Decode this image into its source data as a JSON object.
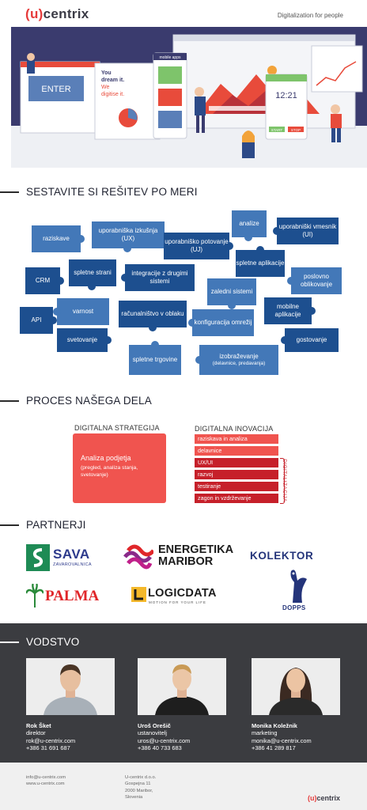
{
  "header": {
    "logo_paren_open": "(",
    "logo_u": "u",
    "logo_paren_close": ")",
    "logo_rest": "centrix",
    "tagline": "Digitalization for people"
  },
  "hero": {
    "screen1_text": "ENTER",
    "screen2_line1": "You",
    "screen2_line2": "dream it.",
    "screen2_line3": "We",
    "screen2_line4": "digitise it.",
    "screen3_label": "mobile apps",
    "clock": "12:21",
    "start_label": "START",
    "stop_label": "STOP"
  },
  "sections": {
    "solution": "SESTAVITE SI REŠITEV PO MERI",
    "process": "PROCES NAŠEGA DELA",
    "partners": "PARTNERJI",
    "leadership": "VODSTVO"
  },
  "puzzle": [
    {
      "label": "raziskave",
      "tone": "blue"
    },
    {
      "label": "uporabniška izkušnja (UX)",
      "tone": "blue"
    },
    {
      "label": "uporabniško potovanje (UJ)",
      "tone": "dark"
    },
    {
      "label": "analize",
      "tone": "blue"
    },
    {
      "label": "uporabniški vmesnik (UI)",
      "tone": "dark"
    },
    {
      "label": "CRM",
      "tone": "dark"
    },
    {
      "label": "spletne strani",
      "tone": "dark"
    },
    {
      "label": "integracije z drugimi sistemi",
      "tone": "dark"
    },
    {
      "label": "spletne aplikacije",
      "tone": "dark"
    },
    {
      "label": "poslovno oblikovanje",
      "tone": "blue"
    },
    {
      "label": "zaledni sistemi",
      "tone": "blue"
    },
    {
      "label": "varnost",
      "tone": "blue"
    },
    {
      "label": "API",
      "tone": "dark"
    },
    {
      "label": "računalništvo v oblaku",
      "tone": "dark"
    },
    {
      "label": "konfiguracija omrežij",
      "tone": "blue"
    },
    {
      "label": "mobilne aplikacije",
      "tone": "dark"
    },
    {
      "label": "svetovanje",
      "tone": "dark"
    },
    {
      "label": "gostovanje",
      "tone": "dark"
    },
    {
      "label": "spletne trgovine",
      "tone": "blue"
    },
    {
      "label": "izobraževanje",
      "sub": "(delavnice, predavanja)",
      "tone": "blue"
    }
  ],
  "process": {
    "strategy_label": "DIGITALNA STRATEGIJA",
    "innovation_label": "DIGITALNA INOVACIJA",
    "strategy_box_title": "Analiza podjetja",
    "strategy_box_sub": "(pregled, analiza stanja, svetovanje)",
    "innovation_steps": [
      "raziskava in analiza",
      "delavnice",
      "UX/UI",
      "razvoj",
      "testiranje",
      "zagon in vzdrževanje"
    ],
    "digitalization_label": "DIGITALIZACIJA"
  },
  "partners": {
    "sava_name": "SAVA",
    "sava_sub": "ZAVAROVALNICA",
    "energetika_line1": "ENERGETIKA",
    "energetika_line2": "MARIBOR",
    "kolektor": "KOLEKTOR",
    "palma": "PALMA",
    "logicdata": "LOGICDATA",
    "logicdata_sub": "MOTION FOR YOUR LIFE",
    "dopps": "DOPPS"
  },
  "people": [
    {
      "name": "Rok Šket",
      "role": "direktor",
      "email": "rok@u-centrix.com",
      "phone": "+386 31 691 687"
    },
    {
      "name": "Uroš Orešič",
      "role": "ustanovitelj",
      "email": "uros@u-centrix.com",
      "phone": "+386 40 733 683"
    },
    {
      "name": "Monika Koležnik",
      "role": "marketing",
      "email": "monika@u-centrix.com",
      "phone": "+386 41 289 817"
    }
  ],
  "footer": {
    "email": "info@u-centrix.com",
    "web": "www.u-centrix.com",
    "company": "U-centrix d.o.o.",
    "street": "Gospejna 11",
    "city": "2000 Maribor,",
    "country": "Slovenia",
    "logo_paren_open": "(",
    "logo_u": "u",
    "logo_paren_close": ")",
    "logo_rest": "centrix"
  },
  "colors": {
    "accent_red": "#e63b3b",
    "puzzle_blue": "#4378b8",
    "puzzle_dark": "#1d4f8f",
    "process_light": "#f0544f",
    "process_deep": "#c6202a",
    "hero_bg": "#3a3b6e",
    "leadership_bg": "#3b3c40"
  }
}
